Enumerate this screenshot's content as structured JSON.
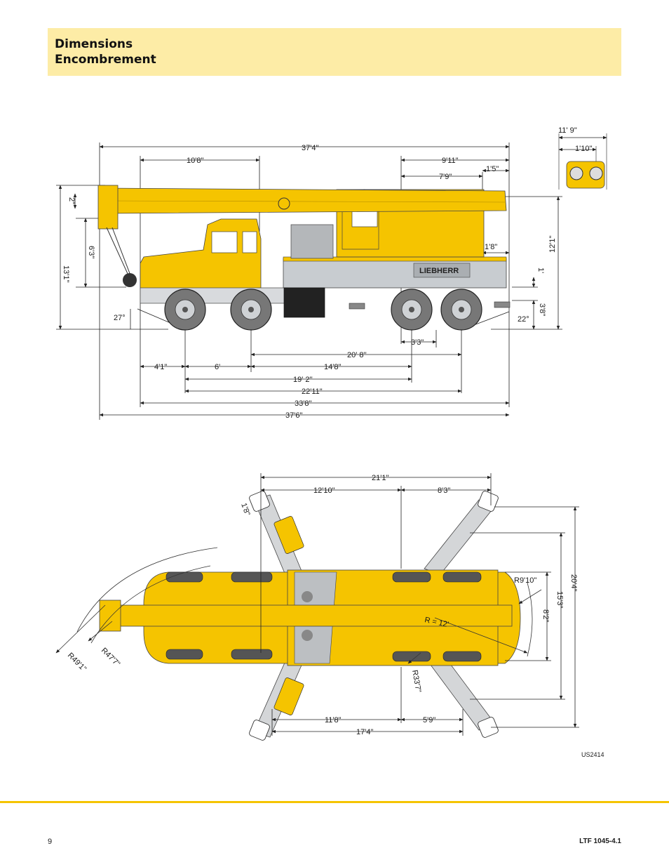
{
  "header": {
    "title_line1": "Dimensions",
    "title_line2": "Encombrement"
  },
  "side_view": {
    "dims": {
      "overall_length_top": "37'4\"",
      "boom_10_8": "10'8\"",
      "rear_9_11": "9'11\"",
      "rear_7_9": "7'9\"",
      "rear_1_5": "1'5\"",
      "h_13_1": "13'1\"",
      "h_6_3": "6'3\"",
      "h_2": "2\"",
      "h_12_1": "12'1\"",
      "h_1": "1'",
      "h_3_8": "3'8\"",
      "outrigger_1_8": "1'8\"",
      "angle_front": "27°",
      "angle_rear": "22°",
      "d_20_8": "20' 8''",
      "d_3_3": "3'3\"",
      "d_4_1": "4'1\"",
      "d_6": "6'",
      "d_14_8": "14'8\"",
      "d_19_2": "19' 2''",
      "d_22_11": "22'11\"",
      "d_33_8": "33'8\"",
      "d_37_6": "37'6\""
    },
    "brand": "LIEBHERR"
  },
  "end_view": {
    "width": "11' 9''",
    "inner": "1'10''"
  },
  "top_view": {
    "d_21_1": "21'1\"",
    "d_12_10": "12'10\"",
    "d_8_3": "8'3\"",
    "d_1_8": "1'8\"",
    "r_9_10": "R9'10\"",
    "r_12": "R = 12'",
    "d_8_2": "8'2\"",
    "d_15_3": "15'3\"",
    "d_20_4": "20'4\"",
    "r_33_7": "R33'7\"",
    "r_49_1": "R49'1\"",
    "r_47_7": "R47'7\"",
    "d_11_8": "11'8\"",
    "d_5_9": "5'9\"",
    "d_17_4": "17'4\""
  },
  "drawing_code": "US2414",
  "footer": {
    "page": "9",
    "model": "LTF 1045-4.1"
  },
  "colors": {
    "header_bg": "#fdeca6",
    "crane_yellow": "#f5c400",
    "rule": "#f5c400"
  }
}
